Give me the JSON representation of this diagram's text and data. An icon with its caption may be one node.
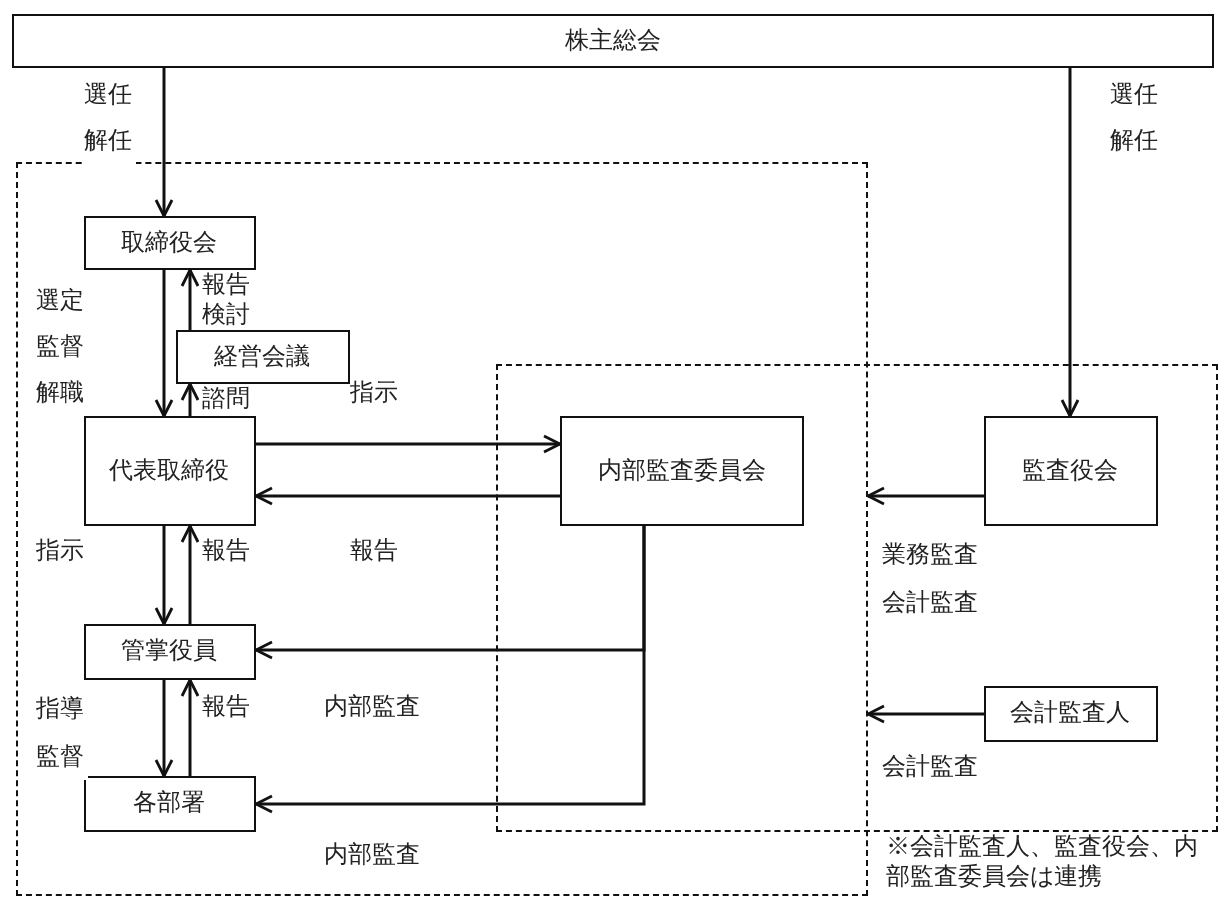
{
  "diagram": {
    "nodes": [
      {
        "text": [
          "株主総会"
        ]
      },
      {
        "text": [],
        "shape": "box"
      },
      {
        "text": [
          "取締役会"
        ],
        "in": 1
      },
      {
        "text": [
          "経営会議"
        ],
        "in": 1
      },
      {
        "text": [
          "代表取締役"
        ],
        "in": 1
      },
      {
        "text": [],
        "shape": "box"
      },
      {
        "text": [
          "内部監査委員会"
        ]
      },
      {
        "text": [
          "監査役会"
        ],
        "in": 5
      },
      {
        "text": [
          "管掌役員"
        ],
        "in": 1
      },
      {
        "text": [
          "会計監査人"
        ],
        "in": 5
      },
      {
        "text": [
          "各部署"
        ],
        "in": 1
      }
    ],
    "edges": [
      {
        "from": 0,
        "to": 2,
        "arrow": "to",
        "label": "選任解任"
      },
      {
        "from": 0,
        "to": 7,
        "arrow": "to",
        "label": "選任解任"
      },
      {
        "from": 2,
        "to": 4,
        "arrow": "to",
        "label": "選定監督解職"
      },
      {
        "from": 3,
        "to": 2,
        "arrow": "to",
        "label": "報告検討"
      },
      {
        "from": 4,
        "to": 3,
        "arrow": "to",
        "label": "諮問"
      },
      {
        "from": 4,
        "to": 6,
        "arrow": "to",
        "label": "指示"
      },
      {
        "from": 6,
        "to": 4,
        "arrow": "to",
        "label": "報告"
      },
      {
        "from": 4,
        "to": 8,
        "arrow": "to",
        "label": "指示"
      },
      {
        "from": 8,
        "to": 4,
        "arrow": "to",
        "label": "報告"
      },
      {
        "from": 8,
        "to": 10,
        "arrow": "to",
        "label": "指導監督"
      },
      {
        "from": 10,
        "to": 8,
        "arrow": "to",
        "label": "報告"
      },
      {
        "from": 6,
        "to": 8,
        "arrow": "to",
        "label": "内部監査"
      },
      {
        "from": 6,
        "to": 10,
        "arrow": "to",
        "label": "内部監査"
      },
      {
        "from": 7,
        "to": 1,
        "arrow": "to",
        "label": "業務監査会計監査"
      },
      {
        "from": 9,
        "to": 1,
        "arrow": "to",
        "label": "会計監査"
      }
    ],
    "labels": [
      "※会計監査人、監査役会、内部監査委員会は連携"
    ]
  }
}
